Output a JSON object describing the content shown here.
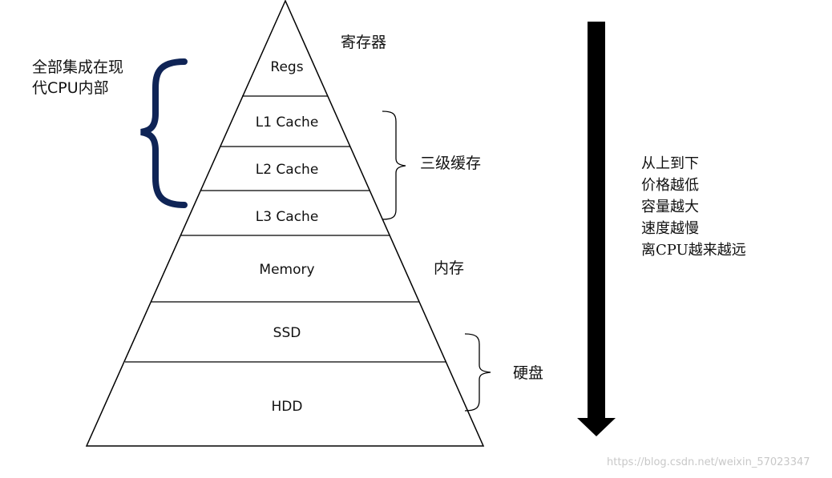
{
  "pyramid": {
    "levels": [
      {
        "id": "regs",
        "label": "Regs"
      },
      {
        "id": "l1",
        "label": "L1 Cache"
      },
      {
        "id": "l2",
        "label": "L2 Cache"
      },
      {
        "id": "l3",
        "label": "L3 Cache"
      },
      {
        "id": "memory",
        "label": "Memory"
      },
      {
        "id": "ssd",
        "label": "SSD"
      },
      {
        "id": "hdd",
        "label": "HDD"
      }
    ]
  },
  "annotations": {
    "integrated_line1": "全部集成在现",
    "integrated_line2": "代CPU内部",
    "registers": "寄存器",
    "three_level_cache": "三级缓存",
    "memory": "内存",
    "disk": "硬盘"
  },
  "trend": {
    "lines": [
      "从上到下",
      "价格越低",
      "容量越大",
      "速度越慢",
      "离CPU越来越远"
    ]
  },
  "colors": {
    "brace_accent": "#0f2456",
    "arrow": "#000000",
    "outline": "#000000"
  },
  "watermark": "https://blog.csdn.net/weixin_57023347"
}
